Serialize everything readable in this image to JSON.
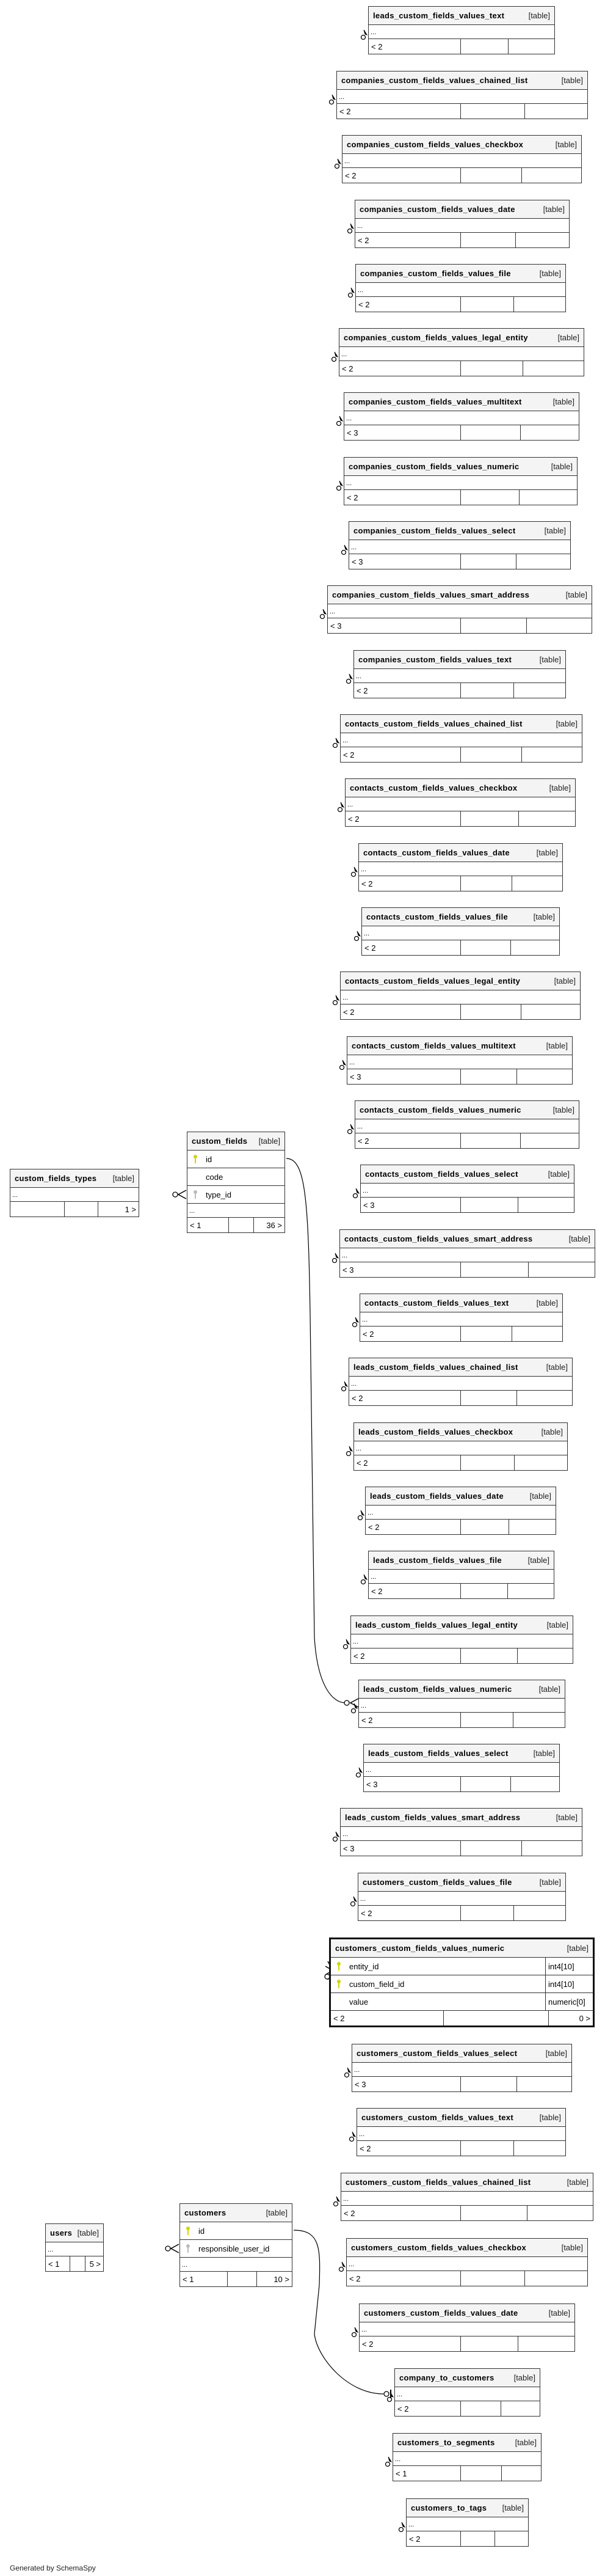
{
  "tables": [
    {
      "name": "leads_custom_fields_values_text",
      "label": "[table]",
      "more": "...",
      "footer_left": "< 2",
      "footer_right": ""
    },
    {
      "name": "companies_custom_fields_values_chained_list",
      "label": "[table]",
      "more": "...",
      "footer_left": "< 2",
      "footer_right": ""
    },
    {
      "name": "companies_custom_fields_values_checkbox",
      "label": "[table]",
      "more": "...",
      "footer_left": "< 2",
      "footer_right": ""
    },
    {
      "name": "companies_custom_fields_values_date",
      "label": "[table]",
      "more": "...",
      "footer_left": "< 2",
      "footer_right": ""
    },
    {
      "name": "companies_custom_fields_values_file",
      "label": "[table]",
      "more": "...",
      "footer_left": "< 2",
      "footer_right": ""
    },
    {
      "name": "companies_custom_fields_values_legal_entity",
      "label": "[table]",
      "more": "...",
      "footer_left": "< 2",
      "footer_right": ""
    },
    {
      "name": "companies_custom_fields_values_multitext",
      "label": "[table]",
      "more": "...",
      "footer_left": "< 3",
      "footer_right": ""
    },
    {
      "name": "companies_custom_fields_values_numeric",
      "label": "[table]",
      "more": "...",
      "footer_left": "< 2",
      "footer_right": ""
    },
    {
      "name": "companies_custom_fields_values_select",
      "label": "[table]",
      "more": "...",
      "footer_left": "< 3",
      "footer_right": ""
    },
    {
      "name": "companies_custom_fields_values_smart_address",
      "label": "[table]",
      "more": "...",
      "footer_left": "< 3",
      "footer_right": ""
    },
    {
      "name": "companies_custom_fields_values_text",
      "label": "[table]",
      "more": "...",
      "footer_left": "< 2",
      "footer_right": ""
    },
    {
      "name": "contacts_custom_fields_values_chained_list",
      "label": "[table]",
      "more": "...",
      "footer_left": "< 2",
      "footer_right": ""
    },
    {
      "name": "contacts_custom_fields_values_checkbox",
      "label": "[table]",
      "more": "...",
      "footer_left": "< 2",
      "footer_right": ""
    },
    {
      "name": "contacts_custom_fields_values_date",
      "label": "[table]",
      "more": "...",
      "footer_left": "< 2",
      "footer_right": ""
    },
    {
      "name": "contacts_custom_fields_values_file",
      "label": "[table]",
      "more": "...",
      "footer_left": "< 2",
      "footer_right": ""
    },
    {
      "name": "contacts_custom_fields_values_legal_entity",
      "label": "[table]",
      "more": "...",
      "footer_left": "< 2",
      "footer_right": ""
    },
    {
      "name": "contacts_custom_fields_values_multitext",
      "label": "[table]",
      "more": "...",
      "footer_left": "< 3",
      "footer_right": ""
    },
    {
      "name": "contacts_custom_fields_values_numeric",
      "label": "[table]",
      "more": "...",
      "footer_left": "< 2",
      "footer_right": ""
    },
    {
      "name": "contacts_custom_fields_values_select",
      "label": "[table]",
      "more": "...",
      "footer_left": "< 3",
      "footer_right": ""
    },
    {
      "name": "contacts_custom_fields_values_smart_address",
      "label": "[table]",
      "more": "...",
      "footer_left": "< 3",
      "footer_right": ""
    },
    {
      "name": "contacts_custom_fields_values_text",
      "label": "[table]",
      "more": "...",
      "footer_left": "< 2",
      "footer_right": ""
    },
    {
      "name": "leads_custom_fields_values_chained_list",
      "label": "[table]",
      "more": "...",
      "footer_left": "< 2",
      "footer_right": ""
    },
    {
      "name": "leads_custom_fields_values_checkbox",
      "label": "[table]",
      "more": "...",
      "footer_left": "< 2",
      "footer_right": ""
    },
    {
      "name": "leads_custom_fields_values_date",
      "label": "[table]",
      "more": "...",
      "footer_left": "< 2",
      "footer_right": ""
    },
    {
      "name": "leads_custom_fields_values_file",
      "label": "[table]",
      "more": "...",
      "footer_left": "< 2",
      "footer_right": ""
    },
    {
      "name": "leads_custom_fields_values_legal_entity",
      "label": "[table]",
      "more": "...",
      "footer_left": "< 2",
      "footer_right": ""
    },
    {
      "name": "leads_custom_fields_values_numeric",
      "label": "[table]",
      "more": "...",
      "footer_left": "< 2",
      "footer_right": ""
    },
    {
      "name": "leads_custom_fields_values_select",
      "label": "[table]",
      "more": "...",
      "footer_left": "< 3",
      "footer_right": ""
    },
    {
      "name": "leads_custom_fields_values_smart_address",
      "label": "[table]",
      "more": "...",
      "footer_left": "< 3",
      "footer_right": ""
    },
    {
      "name": "customers_custom_fields_values_file",
      "label": "[table]",
      "more": "...",
      "footer_left": "< 2",
      "footer_right": ""
    },
    {
      "name": "customers_custom_fields_values_numeric",
      "label": "[table]",
      "footer_left": "< 2",
      "footer_right": "0 >",
      "columns": [
        {
          "name": "entity_id",
          "type": "int4[10]",
          "key": "primary"
        },
        {
          "name": "custom_field_id",
          "type": "int4[10]",
          "key": "primary"
        },
        {
          "name": "value",
          "type": "numeric[0]",
          "key": ""
        }
      ]
    },
    {
      "name": "customers_custom_fields_values_select",
      "label": "[table]",
      "more": "...",
      "footer_left": "< 3",
      "footer_right": ""
    },
    {
      "name": "customers_custom_fields_values_text",
      "label": "[table]",
      "more": "...",
      "footer_left": "< 2",
      "footer_right": ""
    },
    {
      "name": "customers_custom_fields_values_chained_list",
      "label": "[table]",
      "more": "...",
      "footer_left": "< 2",
      "footer_right": ""
    },
    {
      "name": "customers_custom_fields_values_checkbox",
      "label": "[table]",
      "more": "...",
      "footer_left": "< 2",
      "footer_right": ""
    },
    {
      "name": "customers_custom_fields_values_date",
      "label": "[table]",
      "more": "...",
      "footer_left": "< 2",
      "footer_right": ""
    },
    {
      "name": "company_to_customers",
      "label": "[table]",
      "more": "...",
      "footer_left": "< 2",
      "footer_right": ""
    },
    {
      "name": "customers_to_segments",
      "label": "[table]",
      "more": "...",
      "footer_left": "< 1",
      "footer_right": ""
    },
    {
      "name": "customers_to_tags",
      "label": "[table]",
      "more": "...",
      "footer_left": "< 2",
      "footer_right": ""
    },
    {
      "name": "custom_fields_types",
      "label": "[table]",
      "more": "...",
      "footer_left": "",
      "footer_right": "1 >"
    },
    {
      "name": "custom_fields",
      "label": "[table]",
      "more": "...",
      "footer_left": "< 1",
      "footer_right": "36 >",
      "columns": [
        {
          "name": "id",
          "key": "primary"
        },
        {
          "name": "code",
          "key": ""
        },
        {
          "name": "type_id",
          "key": "foreign"
        }
      ]
    },
    {
      "name": "users",
      "label": "[table]",
      "more": "...",
      "footer_left": "< 1",
      "footer_right": "5 >"
    },
    {
      "name": "customers",
      "label": "[table]",
      "more": "...",
      "footer_left": "< 1",
      "footer_right": "10 >",
      "columns": [
        {
          "name": "id",
          "key": "primary"
        },
        {
          "name": "responsible_user_id",
          "key": "foreign"
        }
      ]
    }
  ],
  "colors": {
    "primary_key": "#d4d400",
    "foreign_key": "#bbbbbb",
    "header_bg": "#f4f4f4"
  },
  "footer": "Generated by SchemaSpy"
}
